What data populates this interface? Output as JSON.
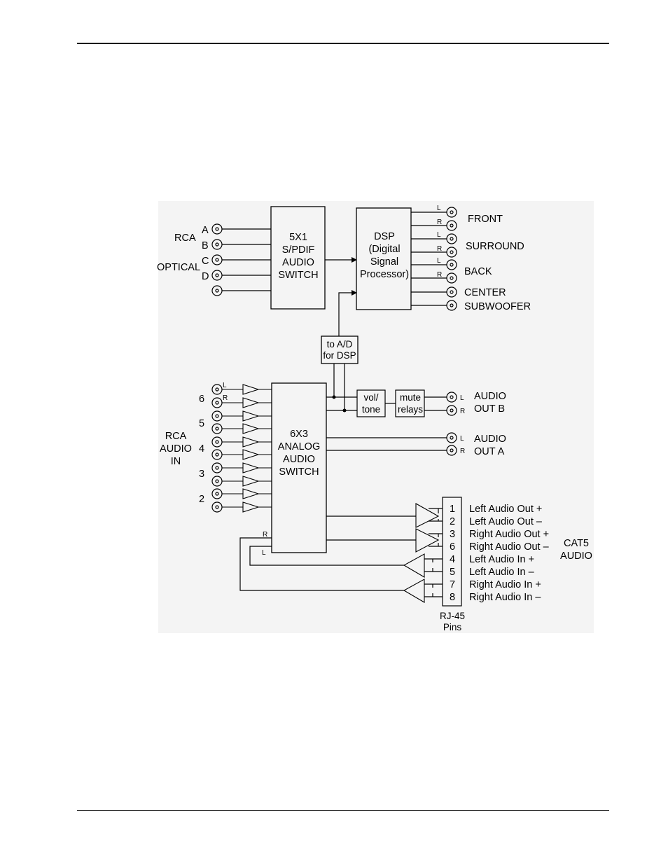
{
  "colors": {
    "panel_bg": "#f4f4f4",
    "line": "#000000",
    "page_bg": "#ffffff"
  },
  "spdif_inputs": {
    "group_labels": [
      "RCA",
      "OPTICAL"
    ],
    "letters": [
      "A",
      "B",
      "C",
      "D"
    ]
  },
  "spdif_switch": {
    "lines": [
      "5X1",
      "S/PDIF",
      "AUDIO",
      "SWITCH"
    ]
  },
  "dsp": {
    "lines": [
      "DSP",
      "(Digital",
      "Signal",
      "Processor)"
    ]
  },
  "dsp_outputs": {
    "channel_letters": [
      "L",
      "R",
      "L",
      "R",
      "L",
      "R"
    ],
    "labels": [
      "FRONT",
      "SURROUND",
      "BACK",
      "CENTER",
      "SUBWOOFER"
    ]
  },
  "ad_box": {
    "lines": [
      "to A/D",
      "for DSP"
    ]
  },
  "analog_inputs": {
    "numbers": [
      "6",
      "5",
      "4",
      "3",
      "2"
    ],
    "channel_letters": [
      "L",
      "R"
    ],
    "group_label": [
      "RCA",
      "AUDIO",
      "IN"
    ]
  },
  "analog_switch": {
    "lines": [
      "6X3",
      "ANALOG",
      "AUDIO",
      "SWITCH"
    ]
  },
  "vol_box": {
    "lines": [
      "vol/",
      "tone"
    ]
  },
  "mute_box": {
    "lines": [
      "mute",
      "relays"
    ]
  },
  "out_b": {
    "channel_letters": [
      "L",
      "R"
    ],
    "label": [
      "AUDIO",
      "OUT B"
    ]
  },
  "out_a": {
    "channel_letters": [
      "L",
      "R"
    ],
    "label": [
      "AUDIO",
      "OUT A"
    ]
  },
  "return_letters": [
    "R",
    "L"
  ],
  "rj45": {
    "pins": [
      "1",
      "2",
      "3",
      "6",
      "4",
      "5",
      "7",
      "8"
    ],
    "signals": [
      "Left Audio Out +",
      "Left Audio Out –",
      "Right Audio Out +",
      "Right Audio Out –",
      "Left Audio In +",
      "Left Audio In –",
      "Right Audio In +",
      "Right Audio In –"
    ],
    "caption": [
      "RJ-45",
      "Pins"
    ]
  },
  "cat5": {
    "label": [
      "CAT5",
      "AUDIO"
    ]
  }
}
